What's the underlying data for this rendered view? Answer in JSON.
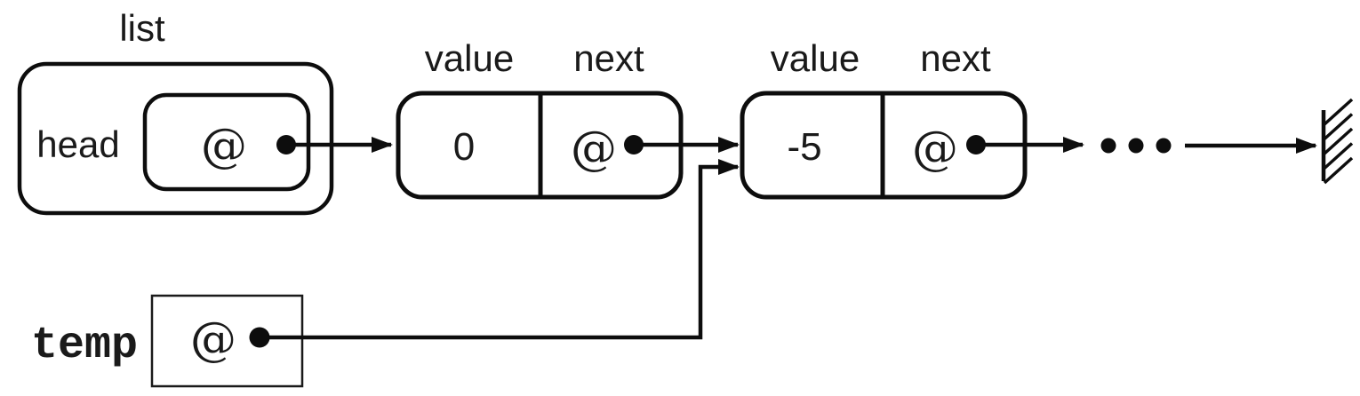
{
  "diagram": {
    "list_box": {
      "title": "list",
      "field_label": "head",
      "pointer": "@"
    },
    "column_labels": {
      "value": "value",
      "next": "next"
    },
    "nodes": [
      {
        "value": "0",
        "next_pointer": "@"
      },
      {
        "value": "-5",
        "next_pointer": "@"
      }
    ],
    "ellipsis": "…",
    "temp_box": {
      "label": "temp",
      "pointer": "@"
    },
    "icons": {
      "null_terminator": "ground-hatch-icon",
      "pointer_origin": "dot-icon",
      "link": "arrow-icon"
    },
    "colors": {
      "head_pointer_blue": "#3e5ca8",
      "temp_label_blue": "#4a6cc0",
      "line_black": "#0d0d0d"
    }
  }
}
